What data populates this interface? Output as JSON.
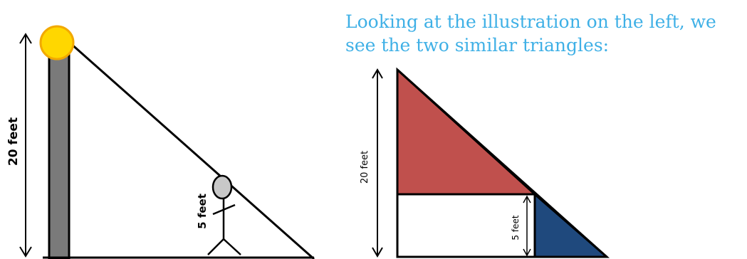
{
  "caption": {
    "line1": "Looking at the illustration on the left, we",
    "line2": "see the two similar triangles:"
  },
  "left_figure": {
    "pole_height_label": "20 feet",
    "person_height_label": "5 feet",
    "colors": {
      "pole": "#7a7a7a",
      "light_fill": "#ffd700",
      "light_stroke": "#f2a900",
      "head": "#c8c8c8"
    }
  },
  "right_figure": {
    "big_height_label": "20 feet",
    "small_height_label": "5 feet",
    "colors": {
      "upper_triangle": "#c0504d",
      "small_triangle": "#1f497d",
      "rectangle": "#ffffff"
    }
  }
}
